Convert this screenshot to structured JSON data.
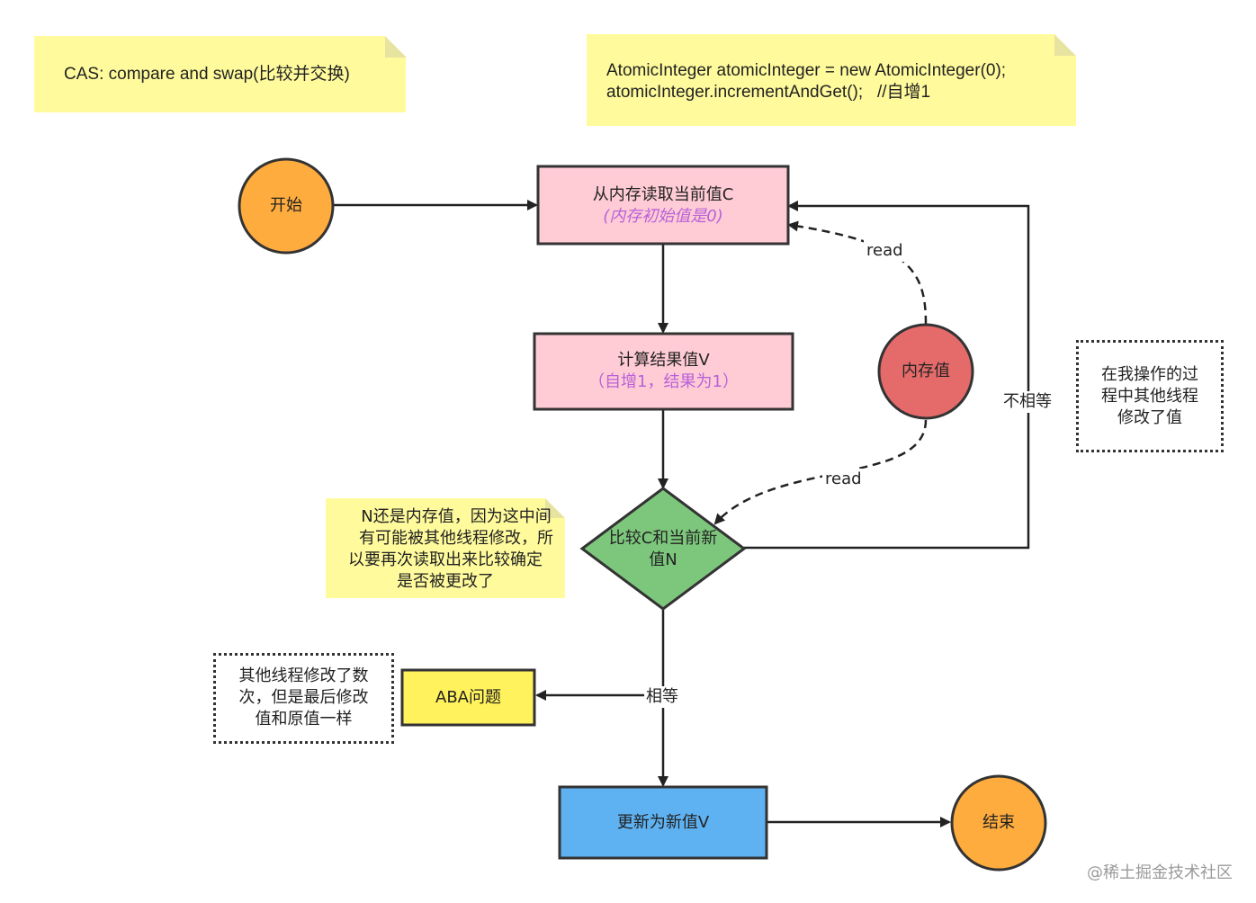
{
  "notes": {
    "cas": "CAS: compare and swap(比较并交换)",
    "code_line1": "AtomicInteger atomicInteger = new AtomicInteger(0);",
    "code_line2": "atomicInteger.incrementAndGet();   //自增1",
    "n_line1": "N还是内存值，因为这中间",
    "n_line2": "有可能被其他线程修改，所",
    "n_line3": "以要再次读取出来比较确定",
    "n_line4": "是否被更改了"
  },
  "nodes": {
    "start": "开始",
    "end": "结束",
    "read_line1": "从内存读取当前值C",
    "read_line2": "(内存初始值是0)",
    "calc_line1": "计算结果值V",
    "calc_line2": "（自增1，结果为1）",
    "memory": "内存值",
    "compare_line1": "比较C和当前新",
    "compare_line2": "值N",
    "aba": "ABA问题",
    "update": "更新为新值V"
  },
  "edges": {
    "read_top": "read",
    "read_bottom": "read",
    "not_equal": "不相等",
    "equal": "相等"
  },
  "annotations": {
    "other_thread_line1": "在我操作的过",
    "other_thread_line2": "程中其他线程",
    "other_thread_line3": "修改了值",
    "aba_line1": "其他线程修改了数",
    "aba_line2": "次，但是最后修改",
    "aba_line3": "值和原值一样"
  },
  "watermark": "@稀土掘金技术社区",
  "colors": {
    "note_yellow": "#fffb9c",
    "pink": "#ffccd5",
    "orange": "#ffac3e",
    "red_circle": "#e56b6b",
    "green": "#7dc77d",
    "aba_yellow": "#fff25c",
    "blue": "#5fb2f2",
    "purple_text": "#b861d9",
    "stroke": "#333333"
  }
}
